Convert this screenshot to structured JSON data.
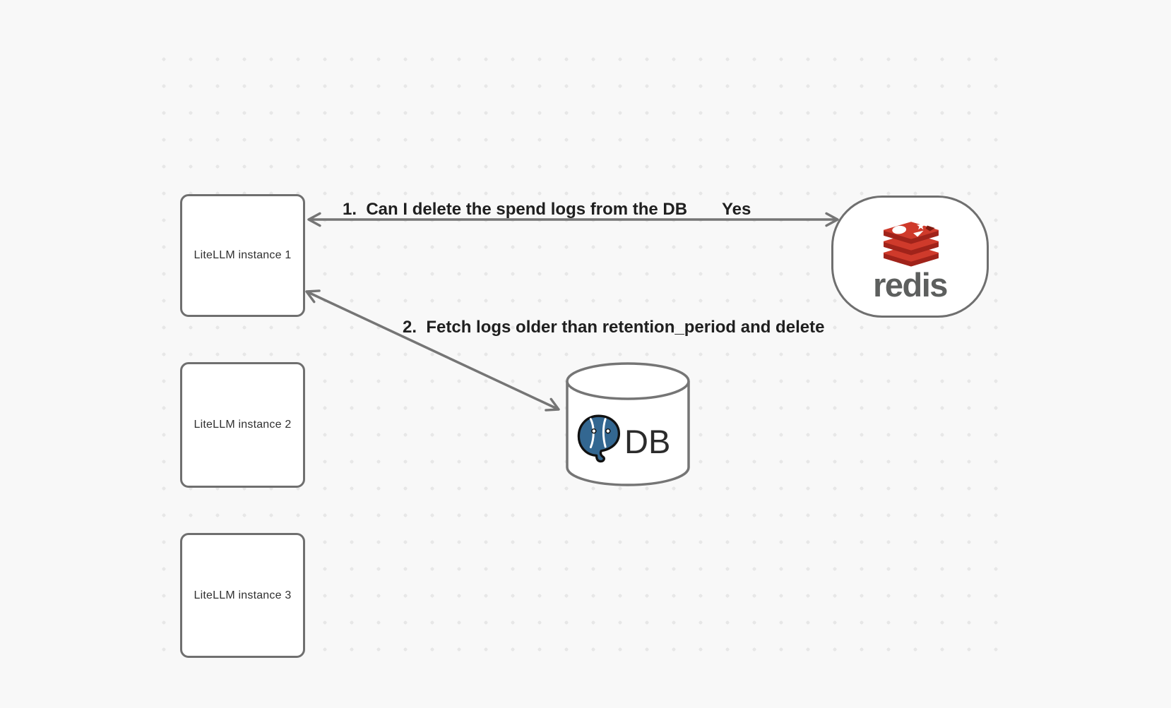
{
  "canvas": {
    "background_color": "#f8f8f8",
    "dot_color": "#e7e7e7",
    "stroke_color": "#757575"
  },
  "nodes": {
    "instance1": {
      "label": "LiteLLM instance 1"
    },
    "instance2": {
      "label": "LiteLLM instance 2"
    },
    "instance3": {
      "label": "LiteLLM instance 3"
    },
    "redis": {
      "wordmark": "redis",
      "logo_icon": "redis-stack-logo",
      "logo_top_color": "#cf3a2b",
      "logo_side_color": "#a0231a"
    },
    "db": {
      "label": "DB",
      "logo_icon": "postgresql-elephant",
      "elephant_color": "#336791"
    }
  },
  "edges": {
    "edge1": {
      "label": "1.  Can I delete the spend logs from the DB",
      "response": "Yes"
    },
    "edge2": {
      "label": "2.  Fetch logs older than retention_period and delete"
    }
  }
}
